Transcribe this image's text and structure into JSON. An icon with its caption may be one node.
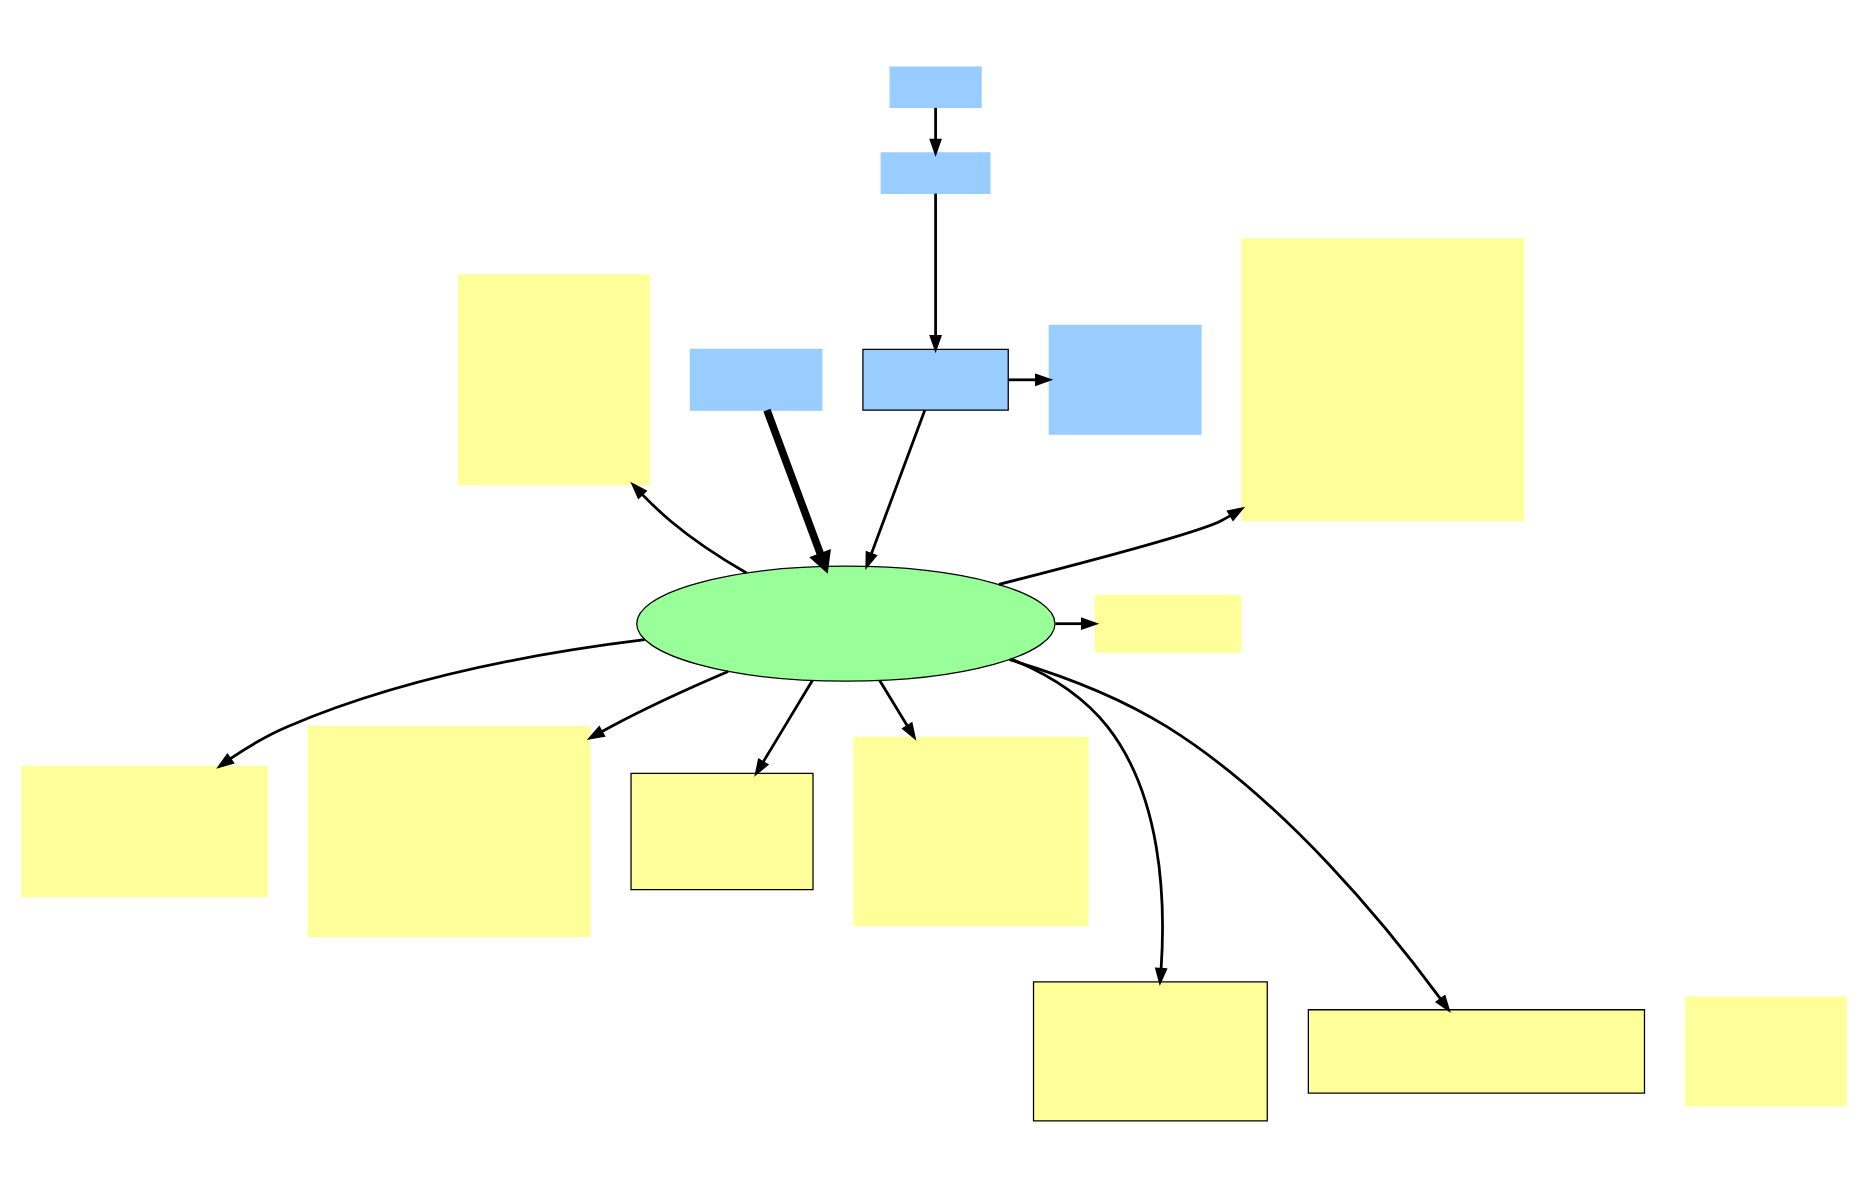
{
  "diagram": {
    "nodes": [
      {
        "text": [],
        "shape": "box"
      },
      {
        "text": [],
        "shape": "box"
      },
      {
        "text": [],
        "shape": "box"
      },
      {
        "text": [],
        "shape": "box"
      },
      {
        "text": [],
        "shape": "box"
      },
      {
        "text": [],
        "shape": "box"
      },
      {
        "text": [],
        "shape": "box"
      },
      {
        "text": [],
        "shape": "ellipse"
      },
      {
        "text": [],
        "shape": "box"
      },
      {
        "text": [],
        "shape": "box"
      },
      {
        "text": [],
        "shape": "box"
      },
      {
        "text": [],
        "shape": "box"
      },
      {
        "text": [],
        "shape": "box"
      },
      {
        "text": [],
        "shape": "box"
      },
      {
        "text": [],
        "shape": "box"
      },
      {
        "text": [],
        "shape": "box"
      }
    ],
    "edges": [
      {
        "from": 0,
        "to": 1,
        "arrow": "to"
      },
      {
        "from": 1,
        "to": 4,
        "arrow": "to"
      },
      {
        "from": 4,
        "to": 5,
        "arrow": "to"
      },
      {
        "from": 3,
        "to": 7,
        "arrow": "to",
        "style": "thick"
      },
      {
        "from": 4,
        "to": 7,
        "arrow": "to"
      },
      {
        "from": 7,
        "to": 2,
        "arrow": "to"
      },
      {
        "from": 7,
        "to": 6,
        "arrow": "to"
      },
      {
        "from": 7,
        "to": 8,
        "arrow": "to"
      },
      {
        "from": 7,
        "to": 9,
        "arrow": "to"
      },
      {
        "from": 7,
        "to": 15,
        "arrow": "to"
      },
      {
        "from": 7,
        "to": 11,
        "arrow": "to"
      },
      {
        "from": 7,
        "to": 12,
        "arrow": "to"
      },
      {
        "from": 7,
        "to": 14,
        "arrow": "to"
      },
      {
        "from": 7,
        "to": 10,
        "arrow": "to"
      }
    ]
  }
}
